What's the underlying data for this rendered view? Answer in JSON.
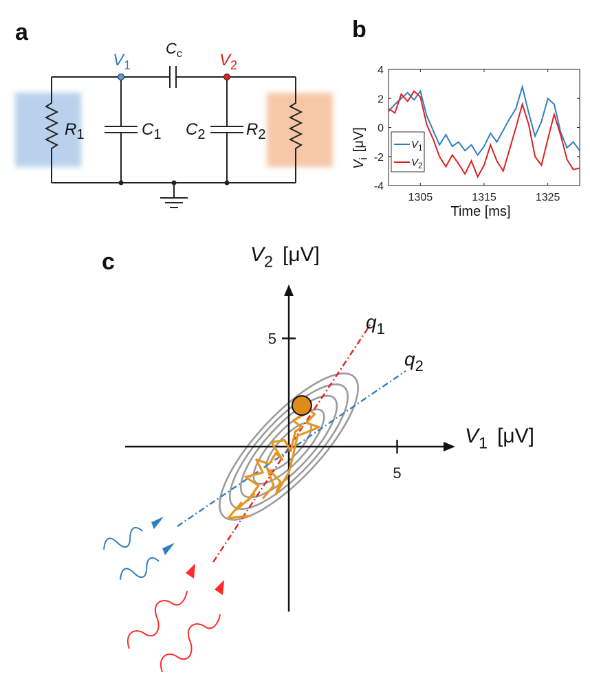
{
  "panels": {
    "a": "a",
    "b": "b",
    "c": "c"
  },
  "colors": {
    "blue": "#2f7fc1",
    "red": "#e02020",
    "orange": "#e08a1a",
    "gray": "#9b9b9b",
    "blue_fill": "#b9d1ec",
    "orange_fill": "#f6c8a8"
  },
  "circuit": {
    "v1": {
      "base": "V",
      "sub": "1"
    },
    "v2": {
      "base": "V",
      "sub": "2"
    },
    "cc": {
      "base": "C",
      "sub": "c"
    },
    "r1": {
      "base": "R",
      "sub": "1"
    },
    "r2": {
      "base": "R",
      "sub": "2"
    },
    "c1": {
      "base": "C",
      "sub": "1"
    },
    "c2": {
      "base": "C",
      "sub": "2"
    }
  },
  "chart_data": {
    "type": "line",
    "xlabel": "Time [ms]",
    "ylabel": {
      "base": "V",
      "sub": "i",
      "unit": "[μV]"
    },
    "xlim": [
      1300,
      1330
    ],
    "ylim": [
      -4,
      4
    ],
    "xticks": [
      "1305",
      "1315",
      "1325"
    ],
    "xtick_values": [
      1305,
      1315,
      1325
    ],
    "yticks": [
      "4",
      "2",
      "0",
      "-2",
      "-4"
    ],
    "ytick_values": [
      4,
      2,
      0,
      -2,
      -4
    ],
    "series": [
      {
        "name": "V1",
        "legend": {
          "base": "V",
          "sub": "1"
        },
        "color": "#2f7fc1",
        "x": [
          1300,
          1301,
          1302,
          1303,
          1304,
          1305,
          1306,
          1307,
          1308,
          1309,
          1310,
          1311,
          1312,
          1313,
          1314,
          1315,
          1316,
          1317,
          1318,
          1319,
          1320,
          1321,
          1322,
          1323,
          1324,
          1325,
          1326,
          1327,
          1328,
          1329,
          1330
        ],
        "y": [
          1.1,
          1.6,
          2.0,
          2.4,
          1.9,
          2.5,
          0.8,
          -0.2,
          -1.2,
          -0.5,
          -1.3,
          -1.0,
          -1.6,
          -1.2,
          -1.9,
          -1.3,
          -0.4,
          -1.0,
          -0.2,
          0.6,
          1.3,
          2.8,
          1.0,
          -0.6,
          0.4,
          2.0,
          1.6,
          -0.3,
          -1.4,
          -1.0,
          -1.6
        ]
      },
      {
        "name": "V2",
        "legend": {
          "base": "V",
          "sub": "2"
        },
        "color": "#e02020",
        "x": [
          1300,
          1301,
          1302,
          1303,
          1304,
          1305,
          1306,
          1307,
          1308,
          1309,
          1310,
          1311,
          1312,
          1313,
          1314,
          1315,
          1316,
          1317,
          1318,
          1319,
          1320,
          1321,
          1322,
          1323,
          1324,
          1325,
          1326,
          1327,
          1328,
          1329,
          1330
        ],
        "y": [
          1.3,
          1.0,
          2.3,
          1.8,
          2.5,
          2.1,
          0.2,
          -0.8,
          -2.0,
          -2.7,
          -1.9,
          -2.5,
          -3.2,
          -2.3,
          -3.4,
          -2.6,
          -1.2,
          -2.3,
          -3.0,
          -1.5,
          0.0,
          1.6,
          0.2,
          -2.0,
          -2.6,
          -0.8,
          0.9,
          -0.5,
          -2.2,
          -2.9,
          -2.8
        ]
      }
    ]
  },
  "phase": {
    "x_axis": {
      "base": "V",
      "sub": "1",
      "unit": "[μV]"
    },
    "y_axis": {
      "base": "V",
      "sub": "2",
      "unit": "[μV]"
    },
    "x_tick": "5",
    "y_tick": "5",
    "q1": {
      "base": "q",
      "sub": "1"
    },
    "q2": {
      "base": "q",
      "sub": "2"
    },
    "trajectory": [
      [
        -1.8,
        -3.2
      ],
      [
        -2.8,
        -3.3
      ],
      [
        -2.2,
        -2.6
      ],
      [
        -2.4,
        -2.9
      ],
      [
        -1.6,
        -2.2
      ],
      [
        -1.9,
        -2.5
      ],
      [
        -1.4,
        -1.8
      ],
      [
        -2.0,
        -1.4
      ],
      [
        -1.2,
        -1.2
      ],
      [
        -1.5,
        -0.6
      ],
      [
        -0.9,
        -0.8
      ],
      [
        -0.6,
        -0.3
      ],
      [
        -0.3,
        -0.6
      ],
      [
        -0.8,
        0.2
      ],
      [
        -0.2,
        0.3
      ],
      [
        0.1,
        -0.2
      ],
      [
        0.3,
        0.7
      ],
      [
        0.6,
        0.9
      ],
      [
        0.2,
        1.2
      ],
      [
        0.9,
        1.6
      ],
      [
        0.5,
        2.0
      ],
      [
        1.2,
        1.5
      ],
      [
        0.8,
        1.1
      ],
      [
        1.4,
        0.9
      ],
      [
        0.4,
        0.5
      ],
      [
        0.2,
        -0.4
      ],
      [
        0.0,
        -1.2
      ],
      [
        -0.6,
        -2.2
      ],
      [
        -0.4,
        -1.6
      ],
      [
        -1.0,
        -1.0
      ],
      [
        -0.7,
        -1.8
      ],
      [
        -1.2,
        -2.4
      ]
    ],
    "state_point": [
      0.6,
      1.9
    ]
  }
}
